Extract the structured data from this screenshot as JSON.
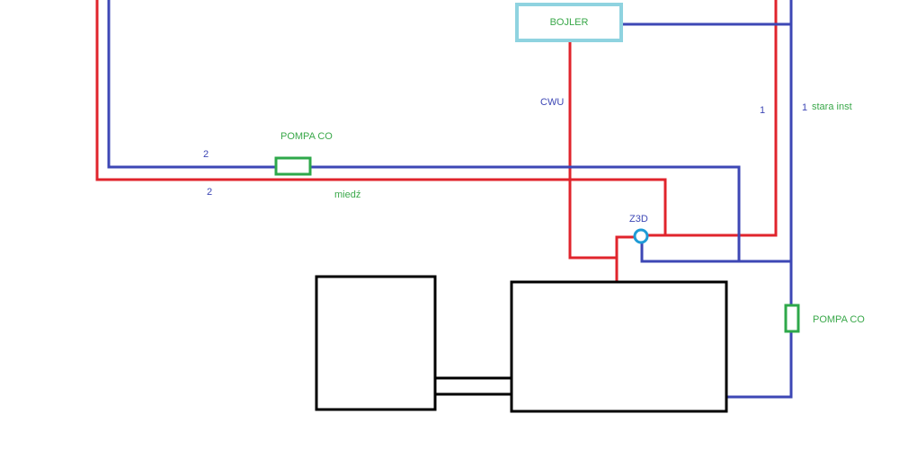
{
  "colors": {
    "supply_red": "#e0242c",
    "return_blue": "#3d47b5",
    "pump_green": "#2ea84a",
    "boiler_lightblue": "#8fd3e0",
    "equipment_black": "#000000",
    "label_green": "#3aa84a",
    "label_blue": "#3d47b5"
  },
  "labels": {
    "bojler": "BOJLER",
    "cwu": "CWU",
    "pump_left": "POMPA CO",
    "pump_right": "POMPA CO",
    "miedz": "miedź",
    "z3d": "Z3D",
    "stara_inst": "stara inst",
    "num_blue_top": "2",
    "num_blue_bottom": "2",
    "num_1_left": "1",
    "num_1_right": "1"
  }
}
